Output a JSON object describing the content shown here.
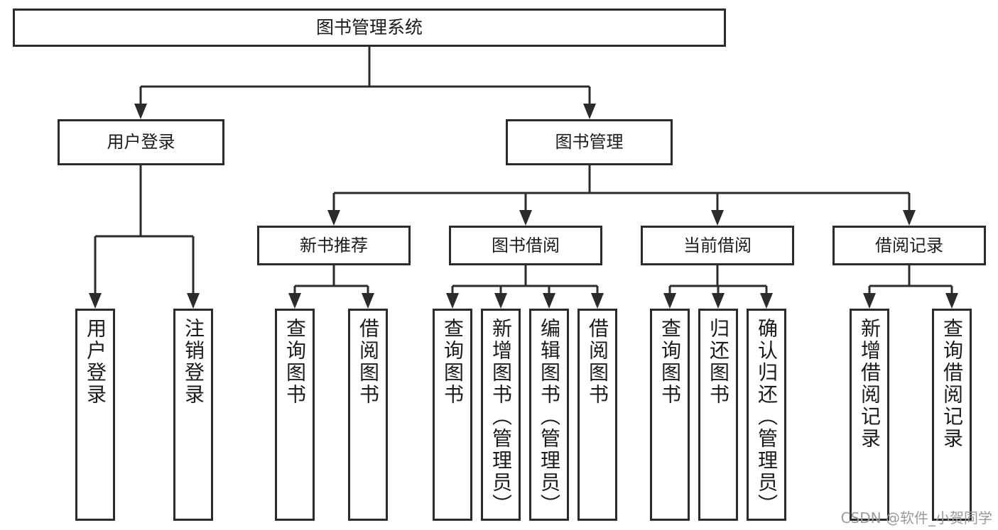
{
  "diagram": {
    "title": "图书管理系统",
    "root": {
      "label": "图书管理系统"
    },
    "level2": [
      {
        "label": "用户登录"
      },
      {
        "label": "图书管理"
      }
    ],
    "level3": [
      {
        "label": "新书推荐"
      },
      {
        "label": "图书借阅"
      },
      {
        "label": "当前借阅"
      },
      {
        "label": "借阅记录"
      }
    ],
    "leaves": {
      "user_login": [
        {
          "label": "用户登录"
        },
        {
          "label": "注销登录"
        }
      ],
      "new_book": [
        {
          "label": "查询图书"
        },
        {
          "label": "借阅图书"
        }
      ],
      "book_borrow": [
        {
          "label": "查询图书"
        },
        {
          "label": "新增图书（管理员）"
        },
        {
          "label": "编辑图书（管理员）"
        },
        {
          "label": "借阅图书"
        }
      ],
      "current_borrow": [
        {
          "label": "查询图书"
        },
        {
          "label": "归还图书"
        },
        {
          "label": "确认归还（管理员）"
        }
      ],
      "borrow_record": [
        {
          "label": "新增借阅记录"
        },
        {
          "label": "查询借阅记录"
        }
      ]
    }
  },
  "watermark": {
    "text": "CSDN @软件_小贺同学"
  },
  "colors": {
    "stroke": "#2b2b2b",
    "text": "#1b1b1b",
    "background": "#ffffff",
    "watermark": "#9a9a9a"
  }
}
